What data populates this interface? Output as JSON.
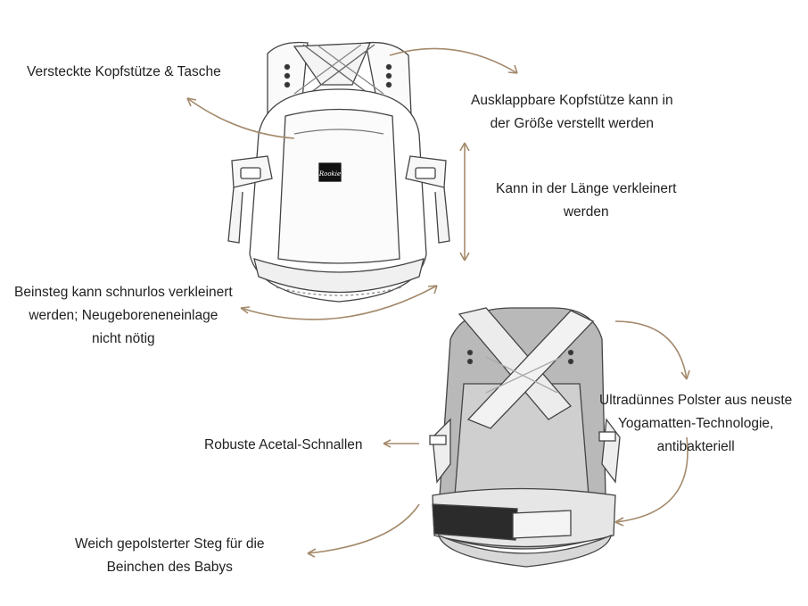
{
  "brand_tag": "Rookie",
  "annotations": {
    "hidden_headrest": [
      "Versteckte Kopfstütze & Tasche"
    ],
    "foldout_headrest": [
      "Ausklappbare Kopfstütze kann in",
      "der Größe verstellt werden"
    ],
    "length_adjust": [
      "Kann in der Länge verkleinert",
      "werden"
    ],
    "leg_bar": [
      "Beinsteg kann schnurlos verkleinert",
      "werden; Neugeboreneneinlage",
      "nicht nötig"
    ],
    "buckles": [
      "Robuste Acetal-Schnallen"
    ],
    "padding": [
      "Ultradünnes Polster aus neuste",
      "Yogamatten-Technologie,",
      "antibakteriell"
    ],
    "padded_bar": [
      "Weich gepolsterter Steg für die",
      "Beinchen des Babys"
    ]
  },
  "colors": {
    "arrow": "#a48a6c",
    "line": "#444444",
    "back_fill": "#b9b9b9",
    "text": "#222222"
  }
}
